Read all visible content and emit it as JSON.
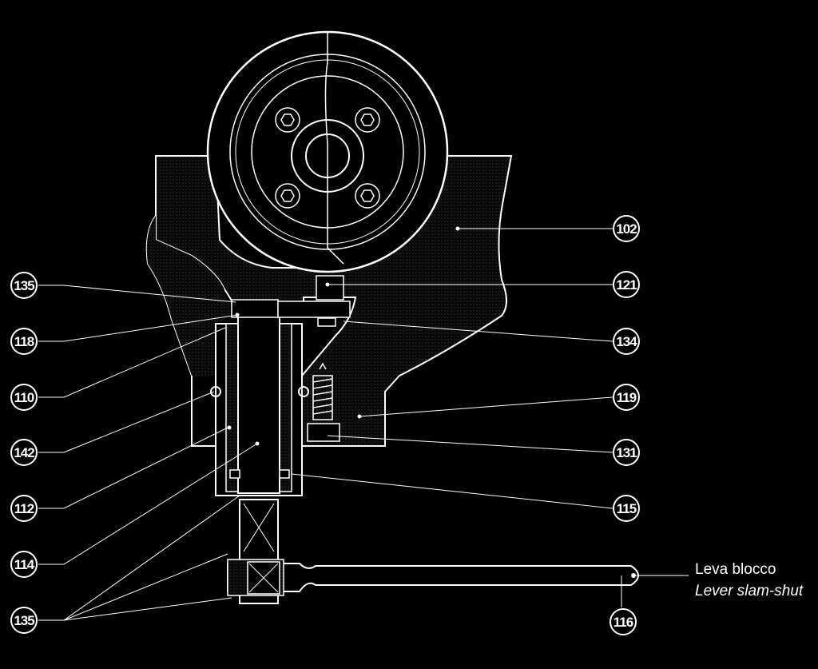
{
  "diagram": {
    "background": "#000000",
    "line_color": "#ffffff",
    "hatch_color": "#3a3a3a",
    "callouts": [
      {
        "id": "c135a",
        "label": "135"
      },
      {
        "id": "c118",
        "label": "118"
      },
      {
        "id": "c110",
        "label": "110"
      },
      {
        "id": "c142",
        "label": "142"
      },
      {
        "id": "c112",
        "label": "112"
      },
      {
        "id": "c114",
        "label": "114"
      },
      {
        "id": "c135b",
        "label": "135"
      },
      {
        "id": "c102",
        "label": "102"
      },
      {
        "id": "c121",
        "label": "121"
      },
      {
        "id": "c134",
        "label": "134"
      },
      {
        "id": "c119",
        "label": "119"
      },
      {
        "id": "c131",
        "label": "131"
      },
      {
        "id": "c115",
        "label": "115"
      },
      {
        "id": "c116",
        "label": "116"
      }
    ],
    "caption": {
      "line1": "Leva blocco",
      "line2": "Lever slam-shut"
    }
  }
}
